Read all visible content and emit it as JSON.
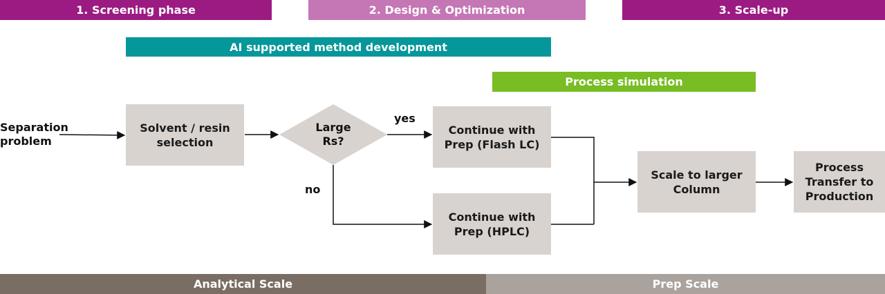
{
  "colors": {
    "phase_dark": "#9b1b82",
    "phase_light": "#c576b4",
    "teal": "#05979a",
    "green": "#77bd23",
    "box_fill": "#d8d3cf",
    "analytical": "#7a6e64",
    "prep": "#aaa39d"
  },
  "phases": [
    {
      "label": "1. Screening phase"
    },
    {
      "label": "2. Design & Optimization"
    },
    {
      "label": "3. Scale-up"
    }
  ],
  "banners": {
    "ai": "AI supported method development",
    "simulation": "Process simulation"
  },
  "nodes": {
    "start": "Separation\nproblem",
    "solvent": "Solvent / resin\nselection",
    "decision": "Large\nRs?",
    "flash": "Continue with\nPrep (Flash LC)",
    "hplc": "Continue with\nPrep (HPLC)",
    "scale": "Scale to larger\nColumn",
    "transfer": "Process\nTransfer to\nProduction"
  },
  "edge_labels": {
    "yes": "yes",
    "no": "no"
  },
  "footer": {
    "analytical": "Analytical Scale",
    "prep": "Prep Scale"
  }
}
